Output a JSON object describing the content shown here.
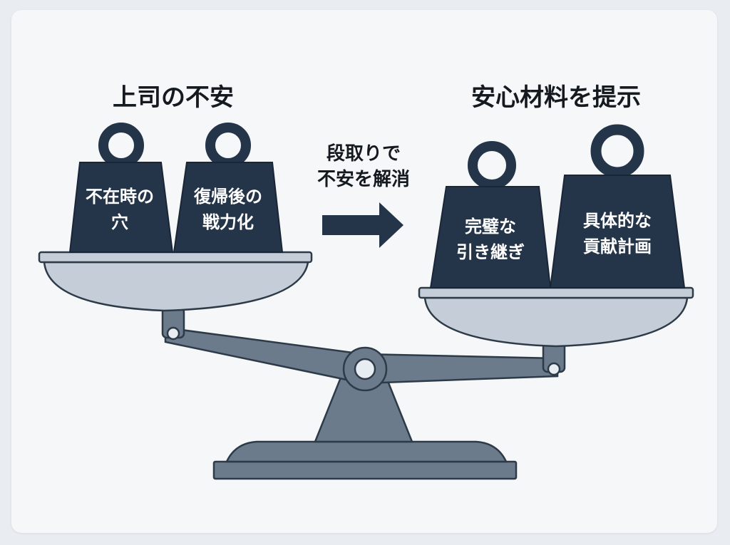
{
  "left_heading": "上司の不安",
  "right_heading": "安心材料を提示",
  "transition": {
    "line1": "段取りで",
    "line2": "不安を解消"
  },
  "left_weights": [
    {
      "line1": "不在時の",
      "line2": "穴"
    },
    {
      "line1": "復帰後の",
      "line2": "戦力化"
    }
  ],
  "right_weights": [
    {
      "line1": "完璧な",
      "line2": "引き継ぎ"
    },
    {
      "line1": "具体的な",
      "line2": "貢献計画"
    }
  ],
  "colors": {
    "weight": "#24354a",
    "scale": "#6b7b8c",
    "pan": "#c5ced8",
    "outline": "#2d3a48",
    "arrow": "#24354a"
  }
}
